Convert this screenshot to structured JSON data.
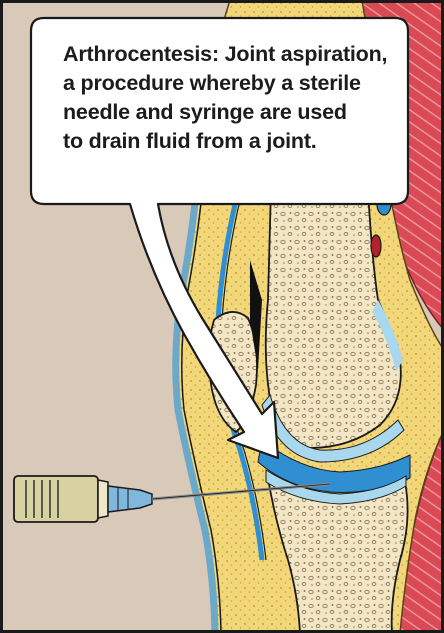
{
  "callout": {
    "lines": [
      "Arthrocentesis: Joint aspiration,",
      "a procedure whereby a sterile",
      "needle and syringe are used",
      "to drain fluid from a joint."
    ]
  },
  "colors": {
    "background": "#d8c9b8",
    "frame": "#1a1a1a",
    "fat": "#f2d77a",
    "fat_dots": "#c9a233",
    "bone": "#f3e6c4",
    "bone_pores": "#8a7a5c",
    "cartilage": "#a9d8ee",
    "synovial_fluid": "#2f8fd0",
    "muscle": "#d94a55",
    "muscle_stripes": "#f0a0a8",
    "syringe_barrel": "#d8d2a2",
    "syringe_hub": "#7fb7dd",
    "needle": "#9a9a9a"
  }
}
